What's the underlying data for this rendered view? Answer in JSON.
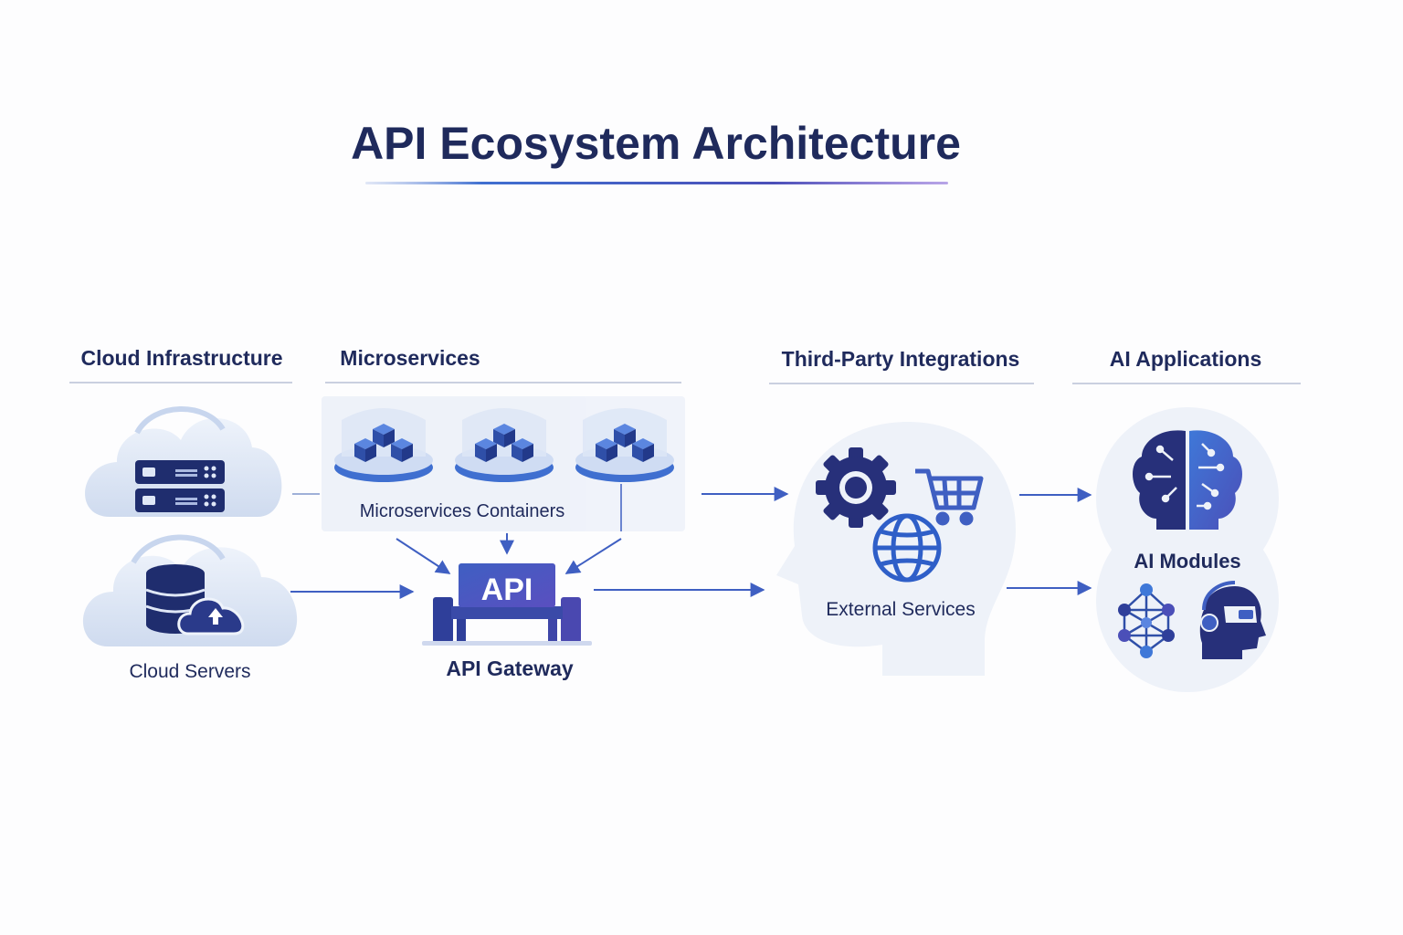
{
  "title": "API Ecosystem Architecture",
  "colors": {
    "navy": "#1f2a5c",
    "blue": "#3f5fc2",
    "indigo": "#4b4fb8",
    "light_panel": "#eef2f9",
    "cloud": "#dfe7f4"
  },
  "sections": {
    "cloud_infrastructure": "Cloud Infrastructure",
    "microservices": "Microservices",
    "third_party": "Third-Party Integrations",
    "ai_applications": "AI Applications"
  },
  "nodes": {
    "cloud_servers": "Cloud Servers",
    "microservices_containers": "Microservices Containers",
    "api_badge": "API",
    "api_gateway": "API Gateway",
    "external_services": "External Services",
    "ai_modules": "AI Modules"
  },
  "icons": [
    "server-rack-icon",
    "database-icon",
    "cloud-upload-icon",
    "container-cubes-icon",
    "api-gateway-icon",
    "gear-icon",
    "shopping-cart-icon",
    "globe-icon",
    "brain-circuit-icon",
    "neural-network-icon",
    "robot-headset-icon",
    "head-silhouette-icon"
  ]
}
